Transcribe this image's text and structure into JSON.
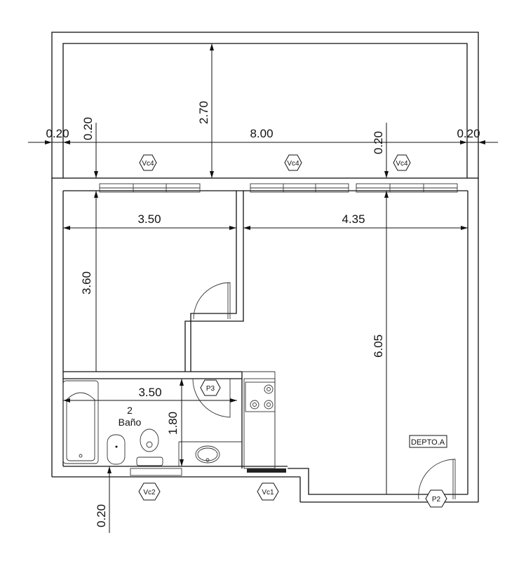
{
  "plan": {
    "unit_label": "DEPTO.A",
    "room": {
      "number": "2",
      "name": "Baño"
    },
    "dimensions": {
      "wall_left": "0.20",
      "wall_left_v": "0.20",
      "total_width": "8.00",
      "wall_mid_v": "0.20",
      "wall_right": "0.20",
      "balcony_depth": "2.70",
      "bedroom_width": "3.50",
      "living_width": "4.35",
      "bedroom_depth": "3.60",
      "living_depth": "6.05",
      "bath_width": "3.50",
      "bath_depth": "1.80",
      "bottom_wall": "0.20"
    },
    "tags": {
      "vc4_a": "Vc4",
      "vc4_b": "Vc4",
      "vc4_c": "Vc4",
      "vc2": "Vc2",
      "vc1": "Vc1",
      "p3": "P3",
      "p2": "P2"
    }
  }
}
